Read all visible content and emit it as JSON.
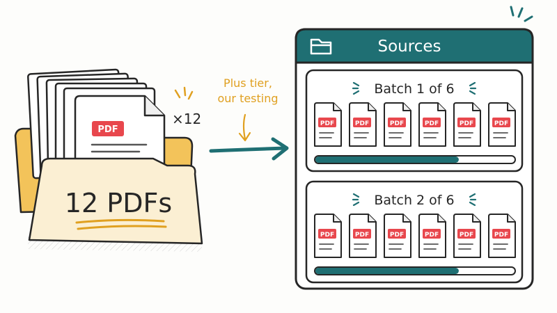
{
  "folder": {
    "file_label": "PDF",
    "label": "12 PDFs",
    "multiplier": "×12"
  },
  "annotation": {
    "line1": "Plus tier,",
    "line2": "our testing"
  },
  "panel": {
    "title": "Sources",
    "icon": "folder-icon",
    "batches": [
      {
        "label": "Batch 1 of 6",
        "file_label": "PDF",
        "file_count": 6,
        "progress": 0.72
      },
      {
        "label": "Batch 2 of 6",
        "file_label": "PDF",
        "file_count": 6,
        "progress": 0.72
      }
    ]
  },
  "colors": {
    "teal": "#1f6f73",
    "pdf_red": "#e8474d",
    "folder_yellow": "#f3c35a",
    "folder_front": "#fbefd3",
    "accent_orange": "#e0a020",
    "ink": "#262626"
  }
}
